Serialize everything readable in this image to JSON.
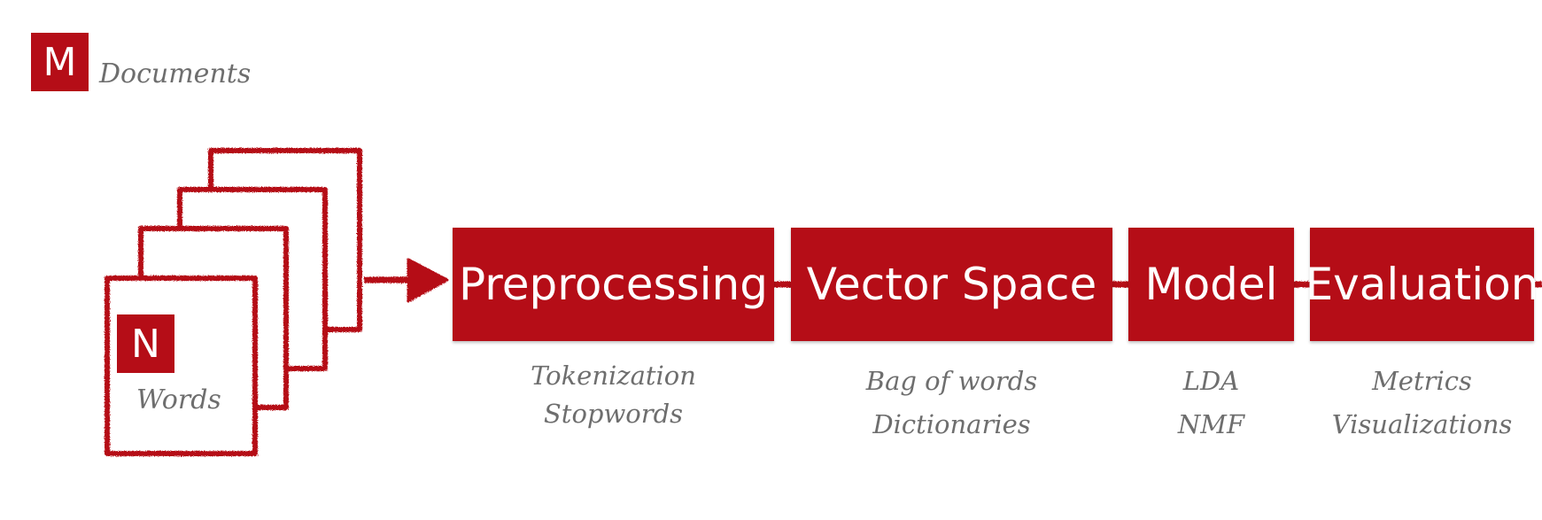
{
  "colors": {
    "accent": "#b50d17",
    "muted_text": "#6e6e6e",
    "background": "#ffffff"
  },
  "legend": {
    "badge": "M",
    "label": "Documents"
  },
  "document_stack": {
    "badge": "N",
    "label": "Words"
  },
  "pipeline": [
    {
      "title": "Preprocessing",
      "details": [
        "Tokenization",
        "Stopwords"
      ]
    },
    {
      "title": "Vector Space",
      "details": [
        "Bag of words",
        "Dictionaries"
      ]
    },
    {
      "title": "Model",
      "details": [
        "LDA",
        "NMF"
      ]
    },
    {
      "title": "Evaluation",
      "details": [
        "Metrics",
        "Visualizations"
      ]
    }
  ]
}
